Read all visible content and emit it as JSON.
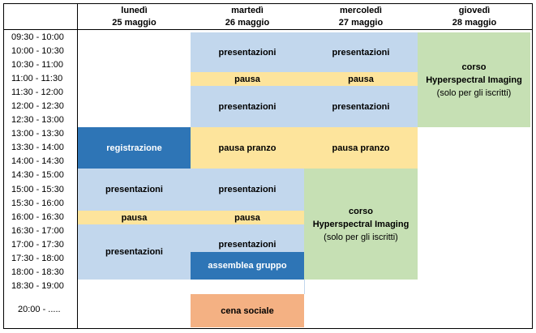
{
  "header": {
    "days": [
      {
        "name": "lunedì",
        "date": "25 maggio"
      },
      {
        "name": "martedì",
        "date": "26 maggio"
      },
      {
        "name": "mercoledì",
        "date": "27 maggio"
      },
      {
        "name": "giovedì",
        "date": "28 maggio"
      }
    ]
  },
  "time_slots": [
    "09:30 - 10:00",
    "10:00 - 10:30",
    "10:30 - 11:00",
    "11:00 - 11:30",
    "11:30 - 12:00",
    "12:00 - 12:30",
    "12:30 - 13:00",
    "13:00 - 13:30",
    "13:30 - 14:00",
    "14:00 - 14:30",
    "14:30 - 15:00",
    "15:00 - 15:30",
    "15:30 - 16:00",
    "16:00 - 16:30",
    "16:30 - 17:00",
    "17:00 - 17:30",
    "17:30 - 18:00",
    "18:00 - 18:30",
    "18:30 - 19:00",
    "20:00 - ....."
  ],
  "events": {
    "presentazioni": "presentazioni",
    "pausa": "pausa",
    "pausa_pranzo": "pausa pranzo",
    "registrazione": "registrazione",
    "assemblea": "assemblea gruppo",
    "cena": "cena sociale",
    "corso_line1": "corso",
    "corso_line2": "Hyperspectral Imaging",
    "corso_line3": "(solo per gli iscritti)"
  },
  "colors": {
    "light_blue": "#c2d7ed",
    "yellow": "#fde49c",
    "dark_blue": "#2e75b6",
    "green": "#c6e0b4",
    "orange": "#f4b183"
  }
}
